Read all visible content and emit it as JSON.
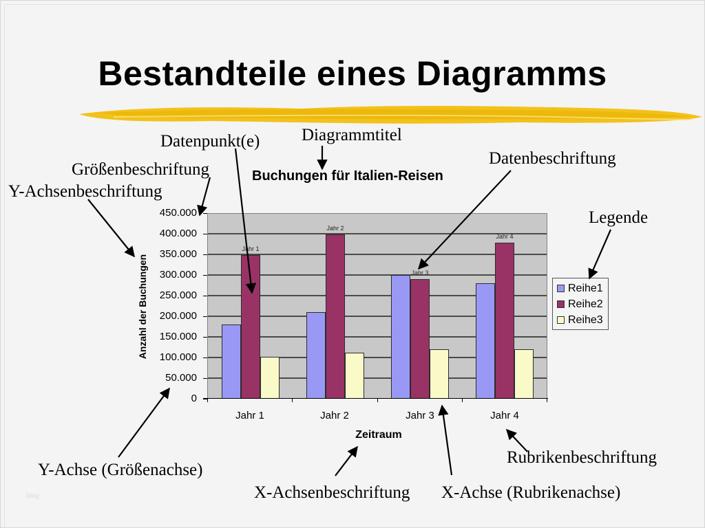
{
  "slide": {
    "title": "Bestandteile eines Diagramms",
    "watermark": "blog"
  },
  "annotations": {
    "diagrammtitel": "Diagrammtitel",
    "datenpunkte": "Datenpunkt(e)",
    "groessenbeschriftung": "Größenbeschriftung",
    "y_achsenbeschriftung": "Y-Achsenbeschriftung",
    "datenbeschriftung": "Datenbeschriftung",
    "legende": "Legende",
    "y_achse": "Y-Achse (Größenachse)",
    "x_achsenbeschriftung": "X-Achsenbeschriftung",
    "x_achse": "X-Achse (Rubrikenachse)",
    "rubrikenbeschriftung": "Rubrikenbeschriftung"
  },
  "colors": {
    "reihe1": "#9999f5",
    "reihe2": "#993366",
    "reihe3": "#fafac8",
    "plot_bg": "#c8c8c8",
    "slide_bg": "#f4f4f4",
    "brush": "#f2c21b"
  },
  "chart_data": {
    "type": "bar",
    "title": "Buchungen für Italien-Reisen",
    "xlabel": "Zeitraum",
    "ylabel": "Anzahl der Buchungen",
    "categories": [
      "Jahr 1",
      "Jahr 2",
      "Jahr 3",
      "Jahr 4"
    ],
    "series": [
      {
        "name": "Reihe1",
        "values": [
          180000,
          210000,
          300000,
          280000
        ]
      },
      {
        "name": "Reihe2",
        "values": [
          350000,
          400000,
          290000,
          380000
        ]
      },
      {
        "name": "Reihe3",
        "values": [
          100000,
          110000,
          120000,
          120000
        ]
      }
    ],
    "yticks": [
      "0",
      "50.000",
      "100.000",
      "150.000",
      "200.000",
      "250.000",
      "300.000",
      "350.000",
      "400.000",
      "450.000"
    ],
    "ylim": [
      0,
      450000
    ],
    "data_labels": {
      "series": "Reihe2",
      "labels": [
        "Jahr 1",
        "Jahr 2",
        "Jahr 3",
        "Jahr 4"
      ]
    },
    "grid": true,
    "legend_position": "right"
  }
}
